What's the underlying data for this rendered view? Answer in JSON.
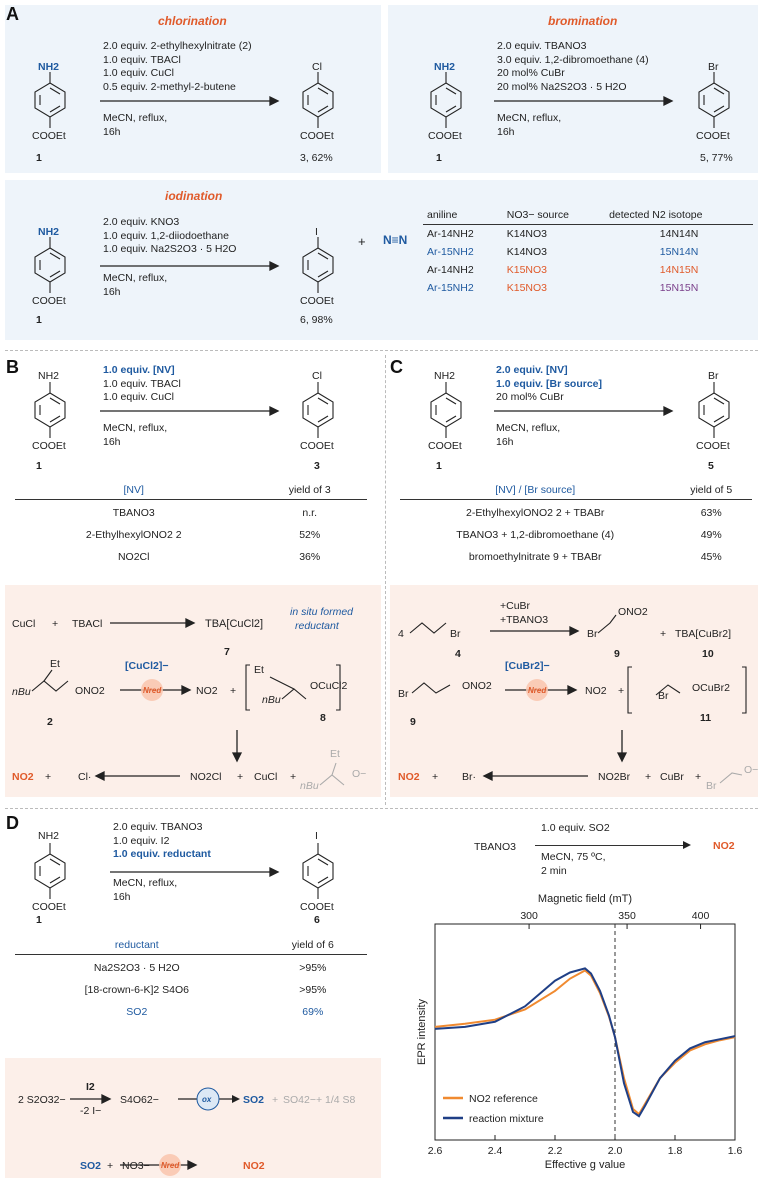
{
  "panel_a": {
    "letter": "A",
    "chlorination": {
      "title": "chlorination",
      "conditions_top": [
        "2.0 equiv. 2-ethylhexylnitrate (2)",
        "1.0 equiv. TBACl",
        "1.0 equiv. CuCl",
        "0.5 equiv. 2-methyl-2-butene"
      ],
      "conditions_bottom": [
        "MeCN, reflux,",
        "16h"
      ],
      "sm_label": "1",
      "product_label": "3, 62%",
      "product_sub": "Cl"
    },
    "bromination": {
      "title": "bromination",
      "conditions_top": [
        "2.0 equiv. TBANO3",
        "3.0 equiv. 1,2-dibromoethane (4)",
        "20 mol% CuBr",
        "20 mol% Na2S2O3 · 5 H2O"
      ],
      "conditions_bottom": [
        "MeCN, reflux,",
        "16h"
      ],
      "sm_label": "1",
      "product_label": "5, 77%",
      "product_sub": "Br"
    },
    "iodination": {
      "title": "iodination",
      "conditions_top": [
        "2.0 equiv. KNO3",
        "1.0 equiv. 1,2-diiodoethane",
        "1.0 equiv. Na2S2O3 · 5 H2O"
      ],
      "conditions_bottom": [
        "MeCN, reflux,",
        "16h"
      ],
      "sm_label": "1",
      "product_label": "6, 98%",
      "product_sub": "I",
      "plus": "+",
      "n2": "N≡N"
    },
    "isotope_table": {
      "headers": [
        "aniline",
        "NO3− source",
        "detected N2 isotope"
      ],
      "rows": [
        [
          "Ar-14NH2",
          "K14NO3",
          "14N14N"
        ],
        [
          "Ar-15NH2",
          "K14NO3",
          "15N14N"
        ],
        [
          "Ar-14NH2",
          "K15NO3",
          "14N15N"
        ],
        [
          "Ar-15NH2",
          "K15NO3",
          "15N15N"
        ]
      ]
    },
    "common": {
      "nh2": "NH2",
      "ester": "COOEt"
    }
  },
  "panel_b": {
    "letter": "B",
    "conditions_top": [
      "1.0 equiv. [NV]",
      "1.0 equiv. TBACl",
      "1.0 equiv. CuCl"
    ],
    "conditions_bottom": [
      "MeCN, reflux,",
      "16h"
    ],
    "sm_label": "1",
    "product_label": "3",
    "table": {
      "headers": [
        "[NV]",
        "yield of 3"
      ],
      "rows": [
        [
          "TBANO3",
          "n.r."
        ],
        [
          "2-EthylhexylONO2 2",
          "52%"
        ],
        [
          "NO2Cl",
          "36%"
        ]
      ]
    },
    "mech": {
      "cucl": "CuCl",
      "plus": "+",
      "tbacl": "TBACl",
      "product": "TBA[CuCl2]",
      "product_label": "7",
      "note": [
        "in situ formed",
        "reductant"
      ],
      "reagent": "[CuCl2]−",
      "nred": "Nred",
      "nbu": "nBu",
      "et": "Et",
      "ono2": "ONO2",
      "label2": "2",
      "no2": "NO2",
      "complex": "OCuCl2",
      "label8": "8",
      "no2cl": "NO2Cl",
      "cucl2": "CuCl",
      "o_minus": "O−",
      "final_no2": "NO2",
      "final_cl": "Cl·"
    }
  },
  "panel_c": {
    "letter": "C",
    "conditions_top": [
      "2.0 equiv. [NV]",
      "1.0 equiv. [Br source]",
      "20 mol% CuBr"
    ],
    "conditions_bottom": [
      "MeCN, reflux,",
      "16h"
    ],
    "sm_label": "1",
    "product_label": "5",
    "table": {
      "headers": [
        "[NV] / [Br source]",
        "yield of 5"
      ],
      "rows": [
        [
          "2-EthylhexylONO2 2 + TBABr",
          "63%"
        ],
        [
          "TBANO3 + 1,2-dibromoethane (4)",
          "49%"
        ],
        [
          "bromoethylnitrate 9 + TBABr",
          "45%"
        ]
      ]
    },
    "mech": {
      "label4": "4",
      "reagents": [
        "+CuBr",
        "+TBANO3"
      ],
      "ono2": "ONO2",
      "label9": "9",
      "plus": "+",
      "tba": "TBA[CuBr2]",
      "label10": "10",
      "reagent": "[CuBr2]−",
      "nred": "Nred",
      "no2": "NO2",
      "complex": "OCuBr2",
      "label11": "11",
      "no2br": "NO2Br",
      "cubr": "CuBr",
      "o_minus": "O−",
      "final_no2": "NO2",
      "final_br": "Br·"
    }
  },
  "panel_d": {
    "letter": "D",
    "conditions_top": [
      "2.0 equiv. TBANO3",
      "1.0 equiv. I2",
      "1.0 equiv. reductant"
    ],
    "conditions_bottom": [
      "MeCN, reflux,",
      "16h"
    ],
    "sm_label": "1",
    "product_label": "6",
    "table": {
      "headers": [
        "reductant",
        "yield of 6"
      ],
      "rows": [
        [
          "Na2S2O3 · 5 H2O",
          ">95%"
        ],
        [
          "[18-crown-6-K]2 S4O6",
          ">95%"
        ],
        [
          "SO2",
          "69%"
        ]
      ]
    },
    "mech": {
      "thiosulfate": "2 S2O32−",
      "i2": "I2",
      "minus_i": "-2 I−",
      "tetrathionate": "S4O62−",
      "ox": "ox",
      "so2": "SO2",
      "plus": "+",
      "byproducts": "SO42−+ 1/4 S8",
      "so2b": "SO2",
      "no3": "NO3−",
      "nred": "Nred",
      "no2": "NO2"
    },
    "reaction": {
      "reactant": "TBANO3",
      "top": "1.0 equiv. SO2",
      "bottom": [
        "MeCN, 75 ºC,",
        "2 min"
      ],
      "product": "NO2"
    }
  },
  "chart_data": {
    "type": "line",
    "title": "",
    "xlabel": "Effective g value",
    "ylabel": "EPR intensity",
    "top_axis_label": "Magnetic field (mT)",
    "x_ticks": [
      2.6,
      2.4,
      2.2,
      2.0,
      1.8,
      1.6
    ],
    "top_ticks": [
      300,
      350,
      400
    ],
    "xlim": [
      2.6,
      1.6
    ],
    "dashed_line_g": 2.0,
    "legend_position": "bottom-left",
    "colors": {
      "reference": "#f08a30",
      "mixture": "#1f3f86"
    },
    "series": [
      {
        "name": "NO2 reference",
        "x": [
          2.6,
          2.5,
          2.4,
          2.3,
          2.2,
          2.15,
          2.1,
          2.08,
          2.05,
          2.02,
          2.0,
          1.97,
          1.94,
          1.92,
          1.9,
          1.85,
          1.8,
          1.75,
          1.7,
          1.65,
          1.6
        ],
        "y": [
          0.05,
          0.08,
          0.12,
          0.22,
          0.4,
          0.52,
          0.6,
          0.55,
          0.38,
          0.15,
          -0.05,
          -0.45,
          -0.75,
          -0.8,
          -0.7,
          -0.45,
          -0.3,
          -0.18,
          -0.12,
          -0.08,
          -0.05
        ]
      },
      {
        "name": "reaction mixture",
        "x": [
          2.6,
          2.5,
          2.4,
          2.3,
          2.2,
          2.15,
          2.1,
          2.08,
          2.05,
          2.02,
          2.0,
          1.97,
          1.94,
          1.92,
          1.9,
          1.85,
          1.8,
          1.75,
          1.7,
          1.65,
          1.6
        ],
        "y": [
          0.03,
          0.05,
          0.1,
          0.25,
          0.5,
          0.58,
          0.62,
          0.57,
          0.4,
          0.16,
          -0.05,
          -0.5,
          -0.78,
          -0.82,
          -0.72,
          -0.45,
          -0.28,
          -0.16,
          -0.1,
          -0.07,
          -0.04
        ]
      }
    ]
  }
}
